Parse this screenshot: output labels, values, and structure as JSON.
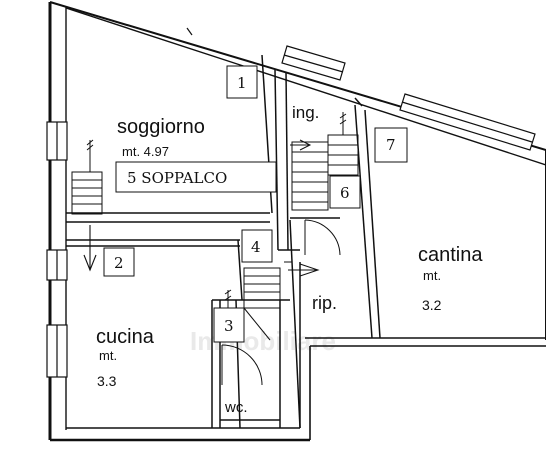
{
  "rooms": {
    "soggiorno": {
      "name": "soggiorno",
      "height": "mt. 4.97"
    },
    "cucina": {
      "name": "cucina",
      "height_prefix": "mt.",
      "height_value": "3.3"
    },
    "cantina": {
      "name": "cantina",
      "height_prefix": "mt.",
      "height_value": "3.2"
    },
    "ingresso": {
      "name": "ing."
    },
    "ripostiglio": {
      "name": "rip."
    },
    "wc": {
      "name": "wc."
    }
  },
  "markers": {
    "m1": "1",
    "m2": "2",
    "m3": "3",
    "m4": "4",
    "m5": "5 SOPPALCO",
    "m6": "6",
    "m7": "7"
  },
  "watermark": "Immobiliare"
}
